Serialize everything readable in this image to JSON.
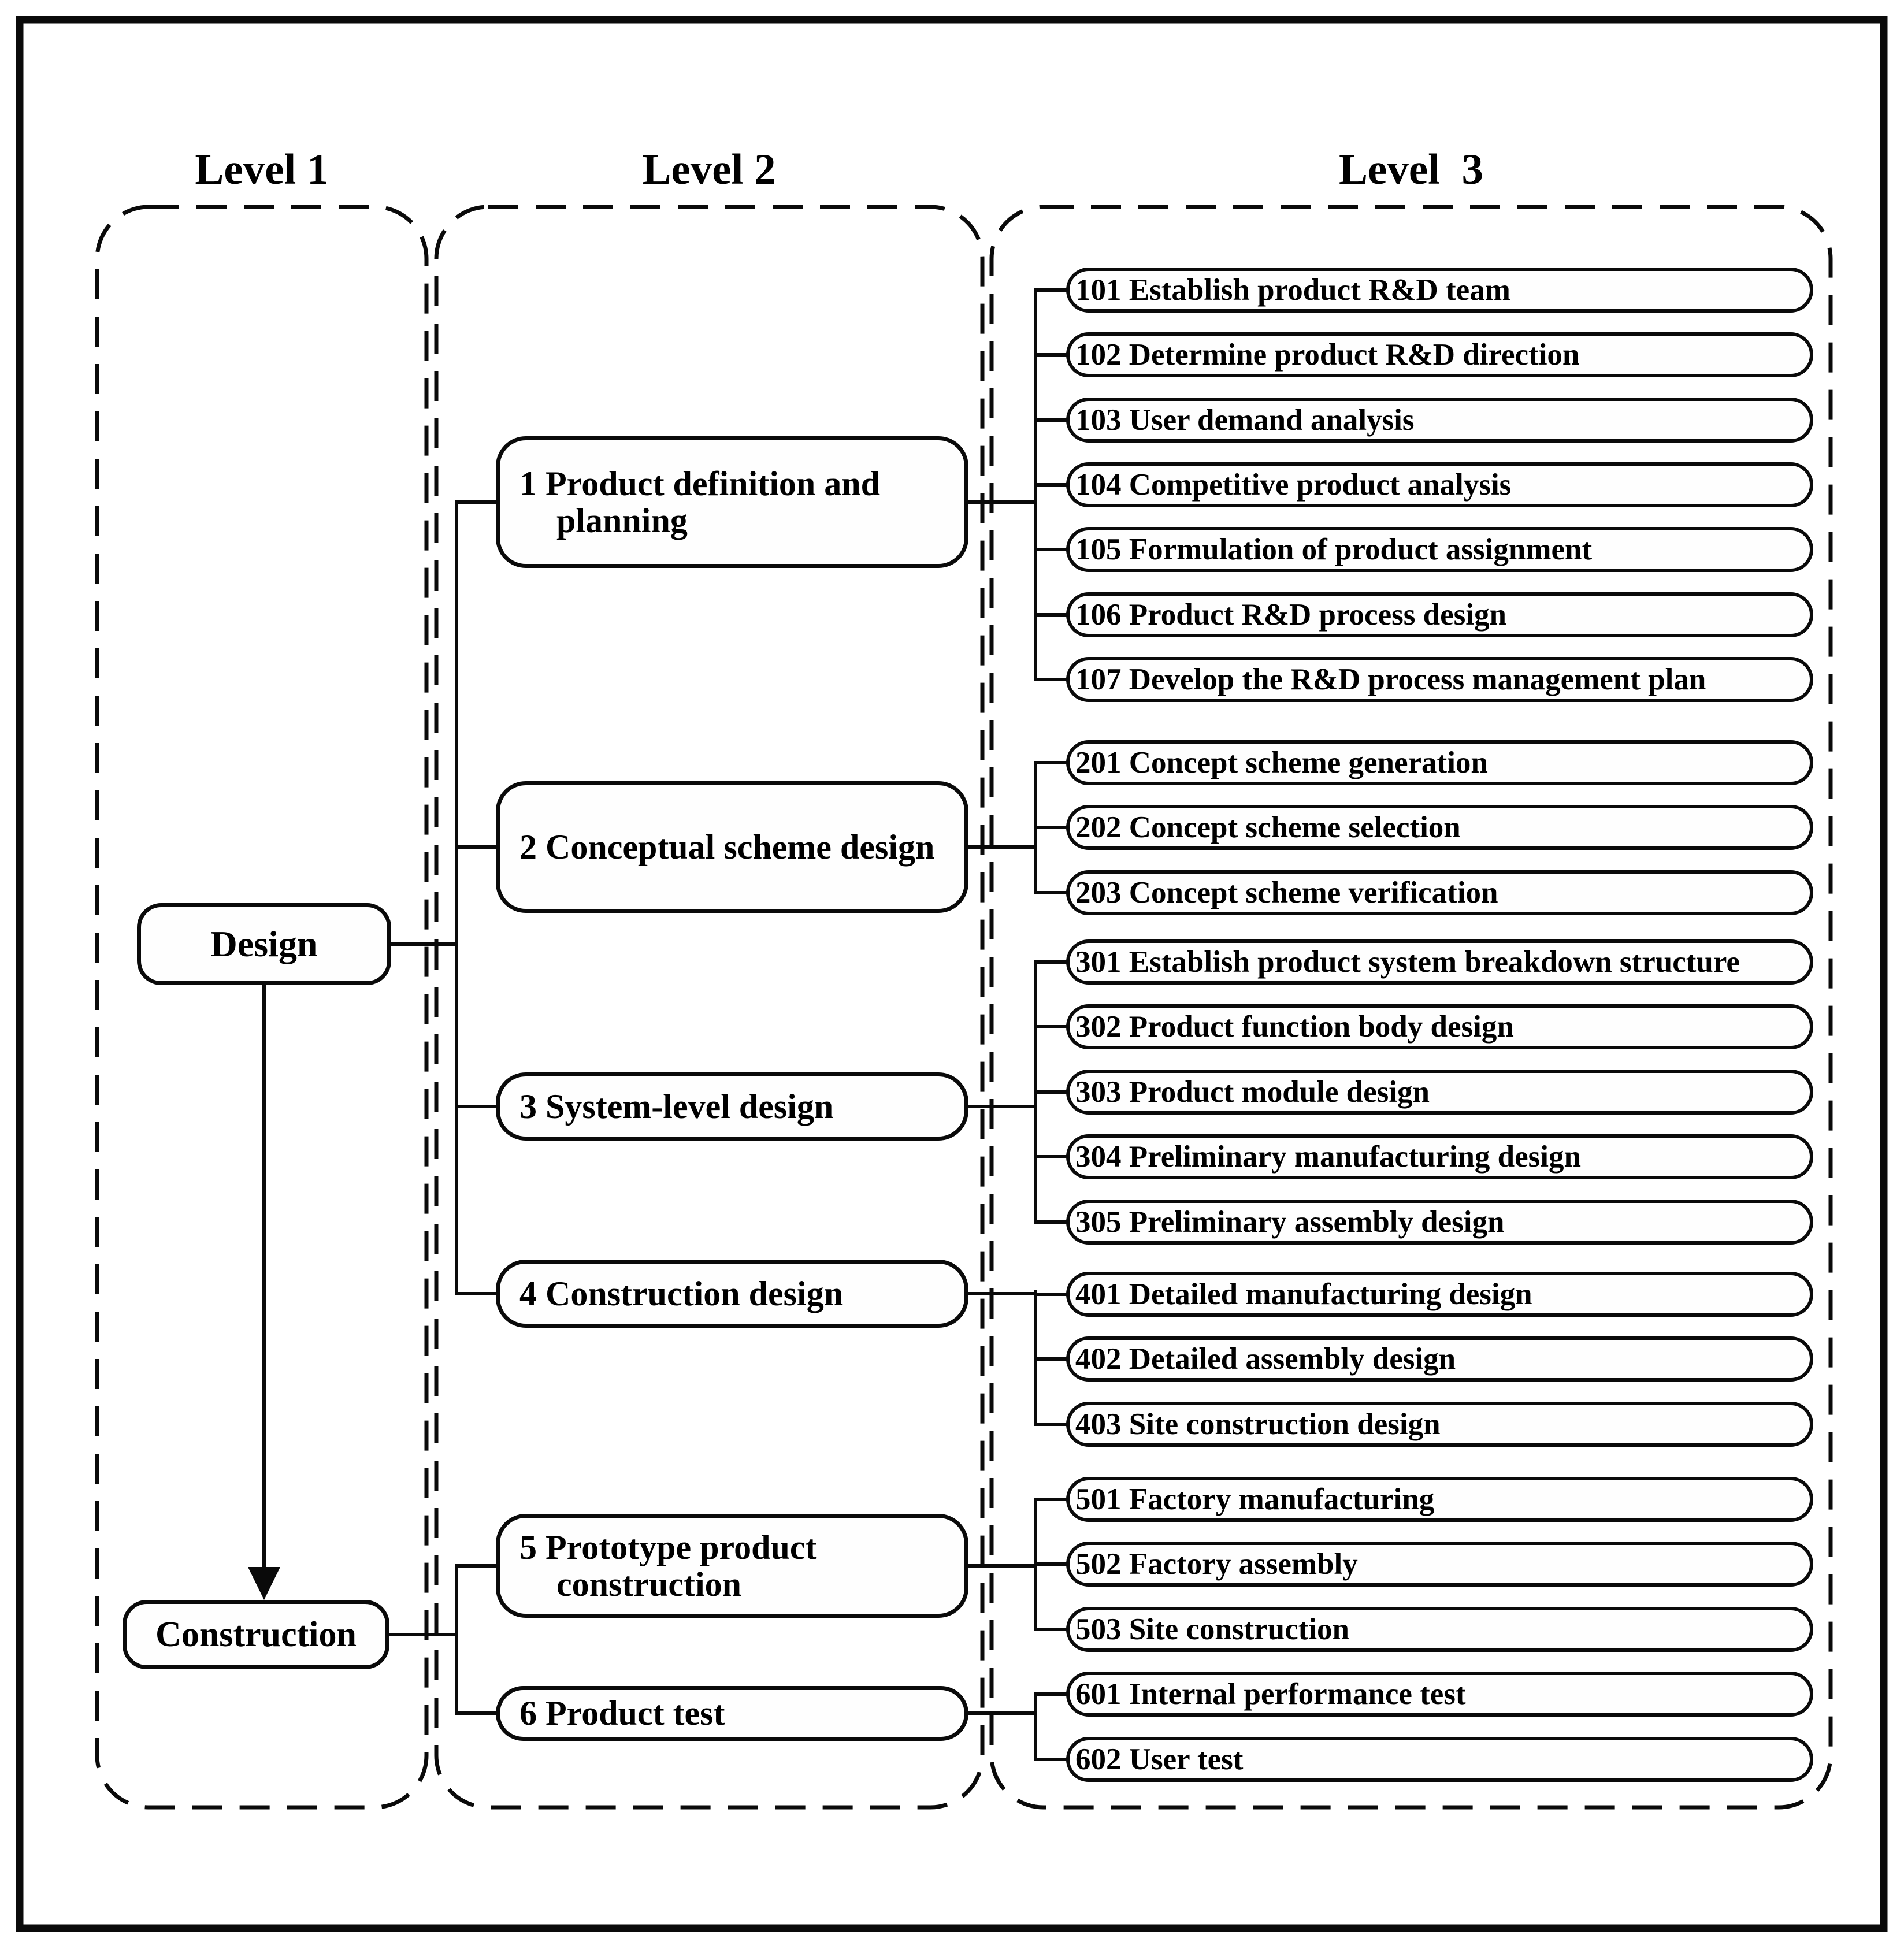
{
  "headers": {
    "level1": "Level 1",
    "level2": "Level 2",
    "level3": "Level  3"
  },
  "level1": {
    "design": "Design",
    "construction": "Construction"
  },
  "level2": {
    "b1": "1 Product definition and planning",
    "b2": "2 Conceptual scheme design",
    "b3": "3 System-level design",
    "b4": "4 Construction design",
    "b5": "5 Prototype product construction",
    "b6": "6 Product test"
  },
  "level3": {
    "g1": [
      "101 Establish product R&D team",
      "102 Determine product R&D direction",
      "103 User demand analysis",
      "104 Competitive product analysis",
      "105 Formulation of product assignment",
      "106 Product R&D process design",
      "107 Develop the R&D process management plan"
    ],
    "g2": [
      "201 Concept scheme generation",
      "202 Concept scheme selection",
      "203 Concept scheme verification"
    ],
    "g3": [
      "301 Establish product system breakdown structure",
      "302 Product function body design",
      "303 Product module design",
      "304 Preliminary manufacturing design",
      "305 Preliminary assembly design"
    ],
    "g4": [
      "401 Detailed manufacturing design",
      "402 Detailed assembly design",
      "403 Site construction design"
    ],
    "g5": [
      "501 Factory manufacturing",
      "502 Factory assembly",
      "503 Site construction"
    ],
    "g6": [
      "601 Internal performance test",
      "602 User test"
    ]
  },
  "colors": {
    "line": "#0a0a0a",
    "background": "#ffffff"
  }
}
